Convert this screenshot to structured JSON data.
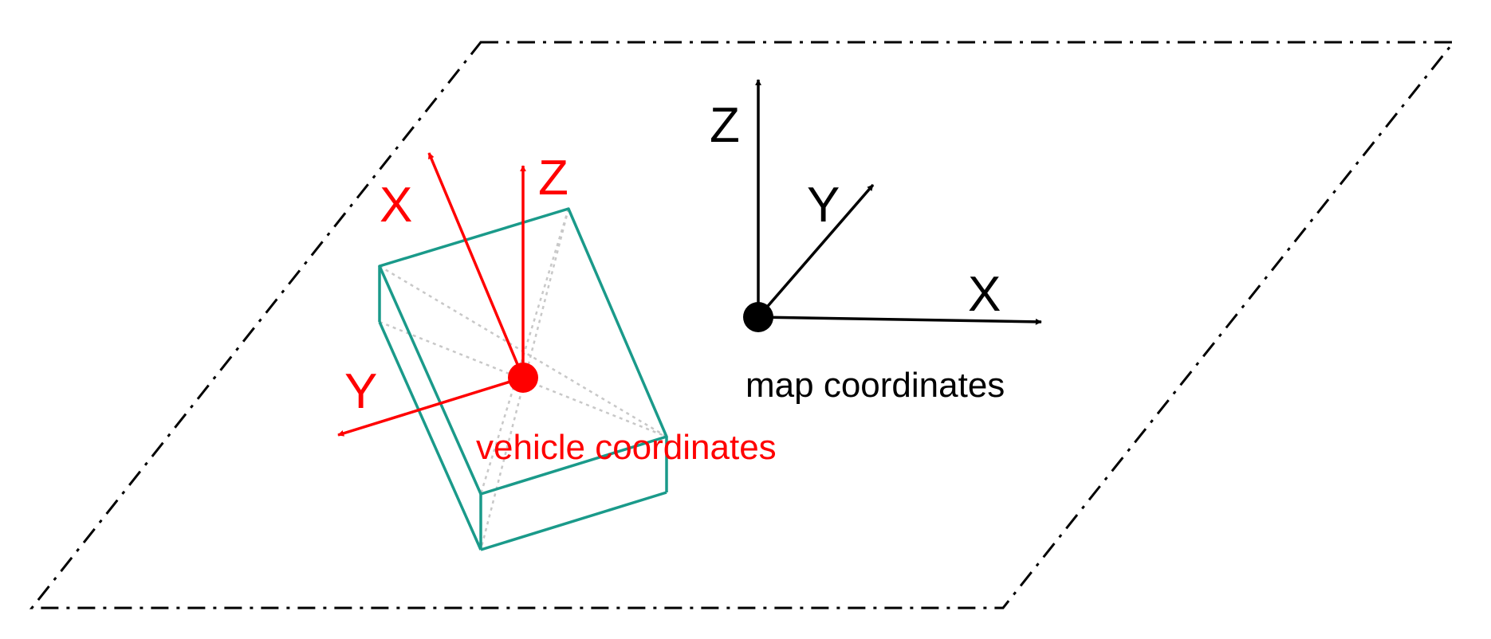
{
  "colors": {
    "background": "#ffffff",
    "vehicle": "#ff0000",
    "map": "#000000",
    "box": "#1a9a8a",
    "hidden_edge": "#c8c8c8"
  },
  "vehicle": {
    "axis_x": "X",
    "axis_y": "Y",
    "axis_z": "Z",
    "caption": "vehicle coordinates"
  },
  "map": {
    "axis_x": "X",
    "axis_y": "Y",
    "axis_z": "Z",
    "caption": "map coordinates"
  }
}
